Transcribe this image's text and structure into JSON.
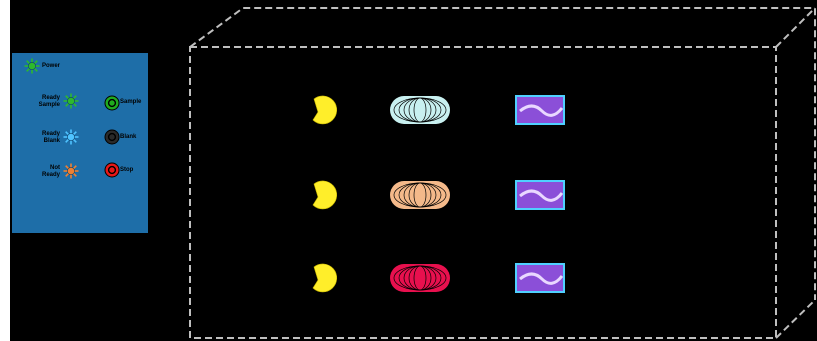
{
  "panel": {
    "power_label": "Power",
    "indicators": [
      {
        "label_line1": "Ready",
        "label_line2": "Sample",
        "color": "#2db92d"
      },
      {
        "label_line1": "Ready",
        "label_line2": "Blank",
        "color": "#4fc3ff"
      },
      {
        "label_line1": "Not",
        "label_line2": "Ready",
        "color": "#f08030"
      }
    ],
    "buttons": [
      {
        "label": "Sample",
        "color": "#1faa1f"
      },
      {
        "label": "Blank",
        "color": "#2a2a2a"
      },
      {
        "label": "Stop",
        "color": "#e81818"
      }
    ],
    "power_color": "#2db92d",
    "panel_color": "#1e6ea8"
  },
  "rows": [
    {
      "lamp_color": "#ffee2a",
      "coil_color": "#c8f0f0",
      "filter_color": "#8b4fd8"
    },
    {
      "lamp_color": "#ffee2a",
      "coil_color": "#f4b98a",
      "filter_color": "#8b4fd8"
    },
    {
      "lamp_color": "#ffee2a",
      "coil_color": "#e8104e",
      "filter_color": "#8b4fd8"
    }
  ]
}
